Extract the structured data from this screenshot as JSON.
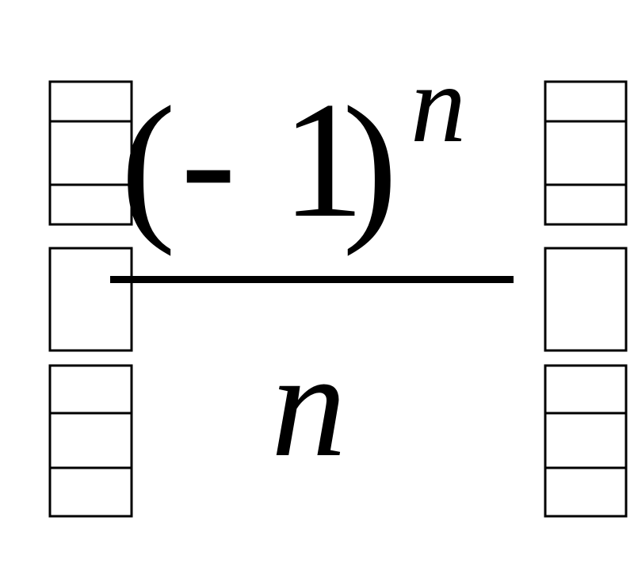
{
  "expression": {
    "numerator": {
      "paren_open": "(",
      "minus": "-",
      "one": "1",
      "paren_close": ")",
      "exponent": "n"
    },
    "denominator": "n"
  },
  "colors": {
    "ink": "#000000",
    "background": "#ffffff"
  }
}
